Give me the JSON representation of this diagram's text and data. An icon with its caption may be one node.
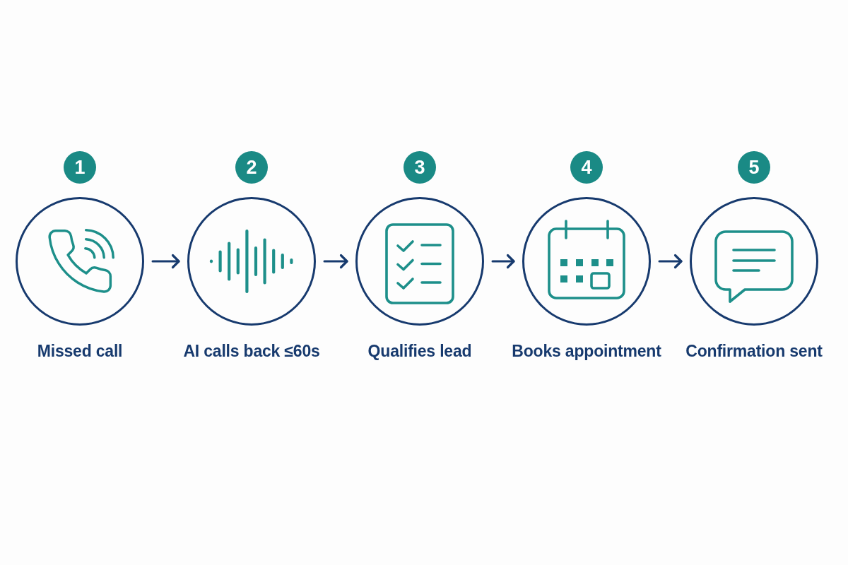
{
  "diagram": {
    "nodes": [
      {
        "text": [
          "1"
        ]
      },
      {
        "text": [],
        "shape": "circle",
        "beside": [
          "Missed call"
        ]
      },
      {
        "text": [
          "2"
        ]
      },
      {
        "text": [],
        "shape": "circle",
        "beside": [
          "AI calls back ≤60s"
        ]
      },
      {
        "text": [
          "3"
        ]
      },
      {
        "text": [],
        "shape": "circle",
        "beside": [
          "Qualifies lead"
        ]
      },
      {
        "text": [
          "4"
        ]
      },
      {
        "text": [],
        "shape": "circle",
        "beside": [
          "Books appointment"
        ]
      },
      {
        "text": [
          "5"
        ]
      },
      {
        "text": [],
        "shape": "circle",
        "beside": [
          "Confirmation sent"
        ]
      }
    ],
    "edges": [
      {
        "from": 1,
        "to": 3,
        "arrow": "to"
      },
      {
        "from": 3,
        "to": 5,
        "arrow": "to"
      },
      {
        "from": 5,
        "to": 7,
        "arrow": "to"
      },
      {
        "from": 7,
        "to": 9,
        "arrow": "to"
      }
    ]
  }
}
